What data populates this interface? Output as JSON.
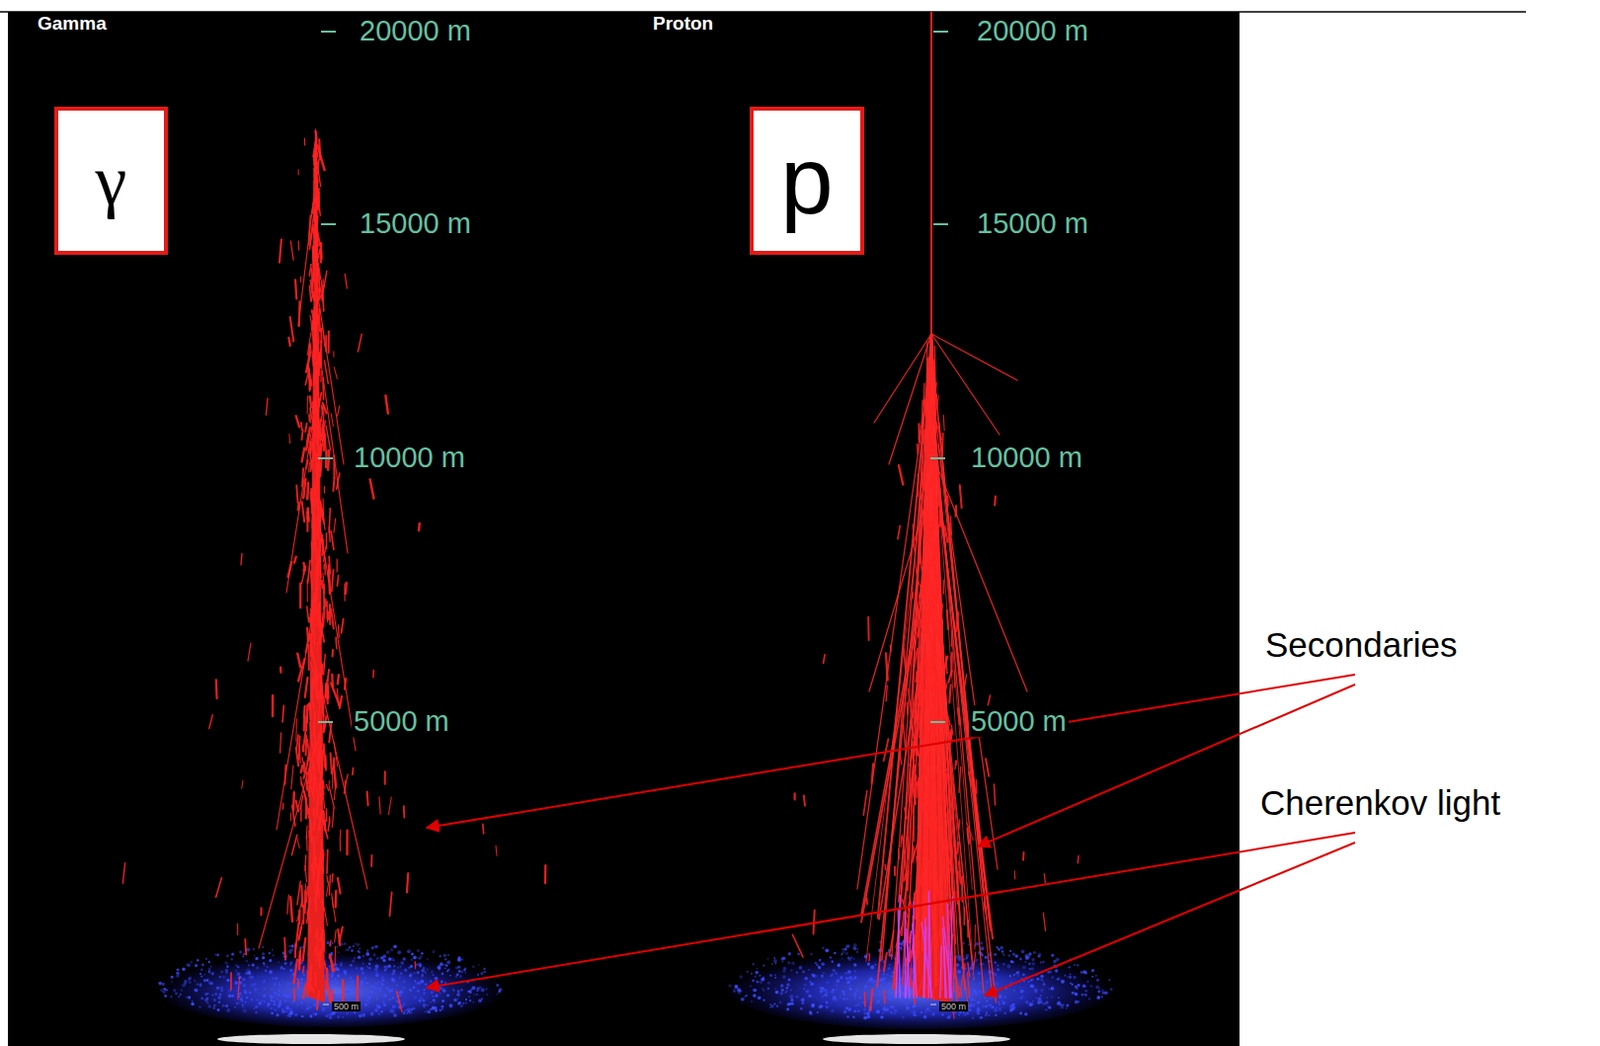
{
  "diagram": {
    "nodes": [
      {
        "text": [
          "γ"
        ]
      },
      {
        "text": [
          "p"
        ]
      }
    ],
    "labels": [
      "Gamma",
      "20000 m",
      "15000 m",
      "10000 m",
      "5000 m",
      "500 m",
      "Proton",
      "20000 m",
      "15000 m",
      "10000 m",
      "5000 m",
      "500 m",
      "Secondaries",
      "Cherenkov light"
    ]
  }
}
